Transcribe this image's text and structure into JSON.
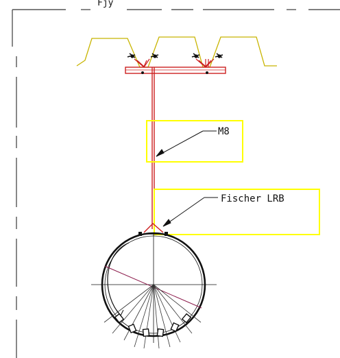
{
  "drawing": {
    "title_fragment": "Fjy",
    "callouts": {
      "rod": {
        "label": "M8"
      },
      "anchor": {
        "label": "Fischer LRB"
      }
    }
  },
  "colors": {
    "background": "#ffffff",
    "frame": "#555555",
    "deck": "#c8b400",
    "hanger": "#cc1f1f",
    "highlight_box": "#ffff00",
    "line": "#111111",
    "diagonal": "#8b1a4a"
  }
}
